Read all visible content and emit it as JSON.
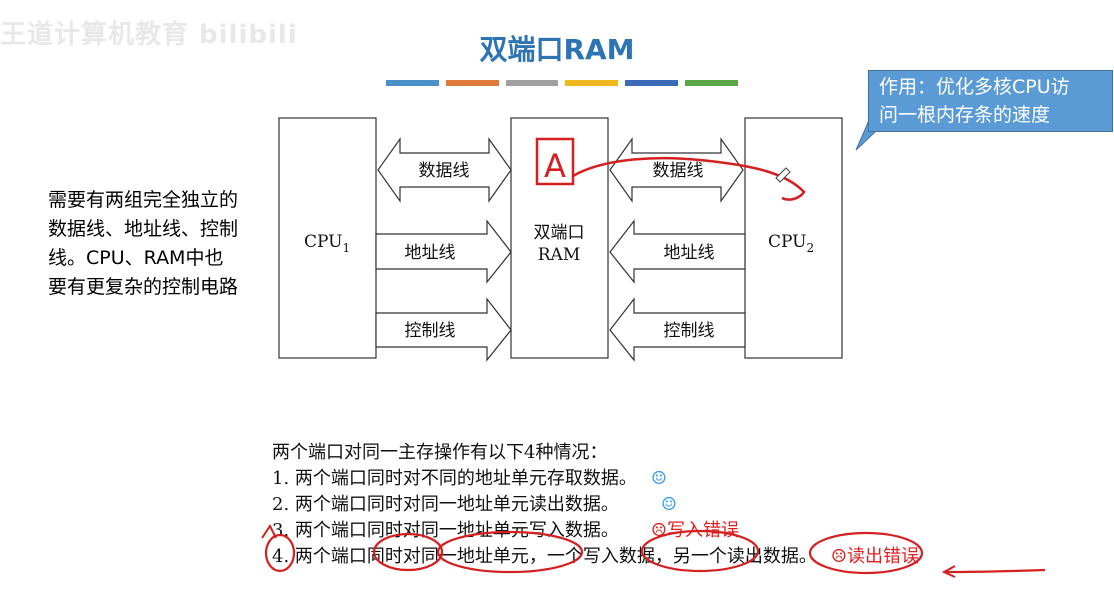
{
  "watermark": "王道计算机教育 bilibili",
  "title": "双端口RAM",
  "accent_bars": [
    "#4a90c8",
    "#e07a3a",
    "#a0a0a0",
    "#f0b820",
    "#3a6ab8",
    "#5aa848"
  ],
  "callout": {
    "line1": "作用：优化多核CPU访",
    "line2": "问一根内存条的速度"
  },
  "left_note": "需要有两组完全独立的数据线、地址线、控制线。CPU、RAM中也要有更复杂的控制电路",
  "diagram": {
    "cpu1": "CPU",
    "cpu1_sub": "1",
    "cpu2": "CPU",
    "cpu2_sub": "2",
    "ram_line1": "双端口",
    "ram_line2": "RAM",
    "left_data": "数据线",
    "left_addr": "地址线",
    "left_ctrl": "控制线",
    "right_data": "数据线",
    "right_addr": "地址线",
    "right_ctrl": "控制线",
    "handwritten_mark": "A"
  },
  "cases": {
    "intro": "两个端口对同一主存操作有以下4种情况：",
    "items": [
      {
        "text": "1. 两个端口同时对不同的地址单元存取数据。",
        "icon": "☺",
        "icon_name": "smile-icon"
      },
      {
        "text": "2. 两个端口同时对同一地址单元读出数据。",
        "icon": "☺",
        "icon_name": "smile-icon"
      },
      {
        "text": "3. 两个端口同时对同一地址单元写入数据。",
        "icon": "☹",
        "label": "写入错误"
      },
      {
        "text": "4. 两个端口同时对同一地址单元，一个写入数据，另一个读出数据。",
        "icon": "☹",
        "label": "读出错误"
      }
    ]
  }
}
